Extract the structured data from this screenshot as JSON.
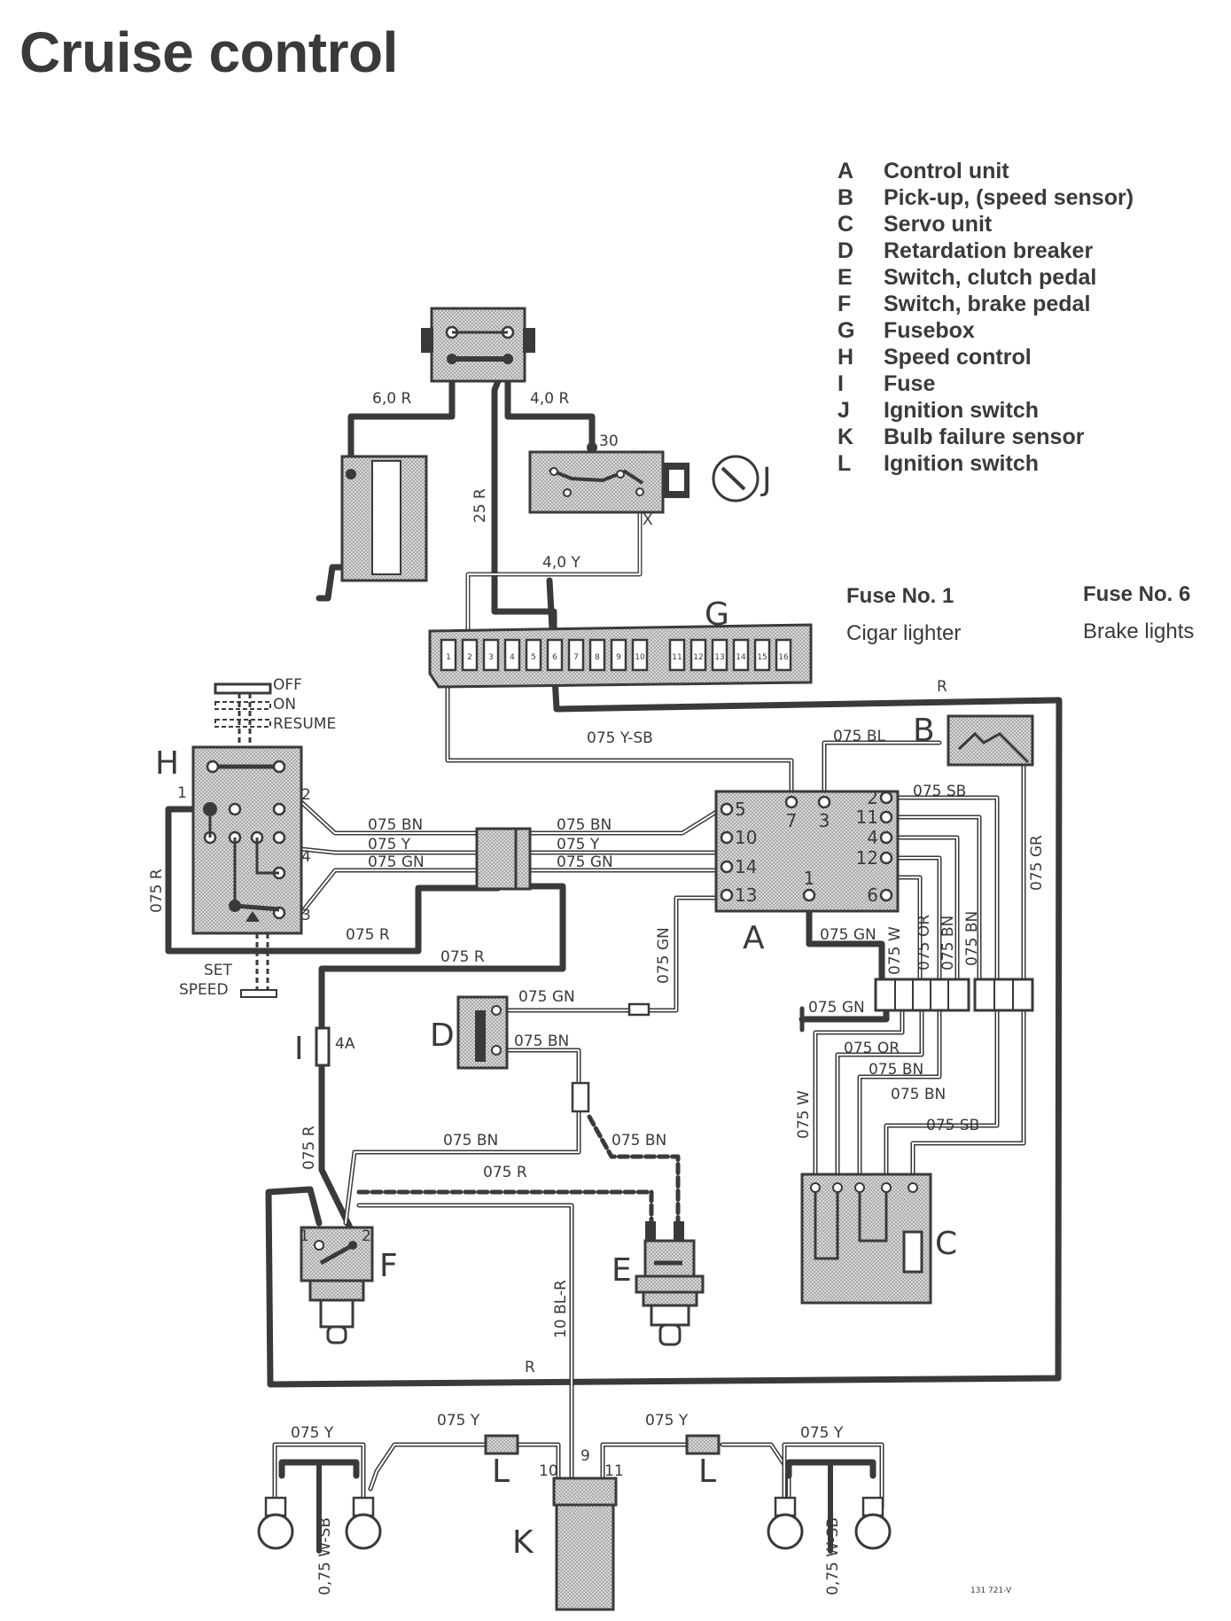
{
  "title": "Cruise control",
  "legend": [
    {
      "key": "A",
      "label": "Control unit"
    },
    {
      "key": "B",
      "label": "Pick-up, (speed sensor)"
    },
    {
      "key": "C",
      "label": "Servo unit"
    },
    {
      "key": "D",
      "label": "Retardation breaker"
    },
    {
      "key": "E",
      "label": "Switch, clutch pedal"
    },
    {
      "key": "F",
      "label": "Switch, brake pedal"
    },
    {
      "key": "G",
      "label": "Fusebox"
    },
    {
      "key": "H",
      "label": "Speed control"
    },
    {
      "key": "I",
      "label": "Fuse"
    },
    {
      "key": "J",
      "label": "Ignition switch"
    },
    {
      "key": "K",
      "label": "Bulb failure sensor"
    },
    {
      "key": "L",
      "label": "Ignition switch"
    }
  ],
  "fuses": [
    {
      "heading": "Fuse No. 1",
      "use": "Cigar lighter"
    },
    {
      "heading": "Fuse No. 6",
      "use": "Brake lights"
    }
  ],
  "components": {
    "A": "A",
    "B": "B",
    "C": "C",
    "D": "D",
    "E": "E",
    "F": "F",
    "G": "G",
    "H": "H",
    "I": "I",
    "J": "J",
    "K": "K",
    "L1": "L",
    "L2": "L"
  },
  "switch_positions": {
    "off": "OFF",
    "on": "ON",
    "resume": "RESUME",
    "set": "SET",
    "speed": "SPEED"
  },
  "wire_labels": {
    "w60R": "6,0 R",
    "w40R": "4,0 R",
    "w25R": "25 R",
    "w40Y": "4,0 Y",
    "t30": "30",
    "tX": "X",
    "w075YSB": "075 Y-SB",
    "w075BL": "075 BL",
    "wR_top": "R",
    "w075SB_a": "075 SB",
    "w075GR": "075 GR",
    "wBN_h": "075 BN",
    "wY_h": "075 Y",
    "wGN_h": "075 GN",
    "wBN_a": "075 BN",
    "wY_a": "075 Y",
    "wGN_a": "075 GN",
    "w075R_left": "075 R",
    "w075R_mid": "075 R",
    "w075R_2": "075 R",
    "w075GN_v": "075 GN",
    "w075GN_D": "075 GN",
    "w075BN_D": "075 BN",
    "w075GN_A": "075 GN",
    "w075W_v": "075 W",
    "w075OR_v": "075 OR",
    "w075BN_v1": "075 BN",
    "w075BN_v2": "075 BN",
    "w075GN_gnd": "075 GN",
    "w075OR_h": "075 OR",
    "w075BN_h1": "075 BN",
    "w075BN_h2": "075 BN",
    "w075SB_h": "075 SB",
    "w075W_c": "075 W",
    "w4A": "4A",
    "w075R_v": "075 R",
    "w075BN_F": "075 BN",
    "w075BN_E": "075 BN",
    "w075R_F": "075 R",
    "w10BLR": "10 BL-R",
    "wR_bottom": "R",
    "w075Y_1": "075 Y",
    "w075Y_2": "075 Y",
    "w075Y_3": "075 Y",
    "w075Y_4": "075 Y",
    "w075WSB_1": "0,75 W-SB",
    "w075WSB_2": "0,75 W-SB",
    "p10": "10",
    "p9": "9",
    "p11": "11",
    "hp1": "1",
    "hp2": "2",
    "hp3": "3",
    "hp4": "4",
    "fp1": "1",
    "fp2": "2"
  },
  "control_unit_pins": {
    "p5": "5",
    "p10": "10",
    "p14": "14",
    "p13": "13",
    "p7": "7",
    "p3": "3",
    "p1": "1",
    "p2": "2",
    "p11": "11",
    "p4": "4",
    "p12": "12",
    "p6": "6"
  },
  "fuse_numbers": [
    "1",
    "2",
    "3",
    "4",
    "5",
    "6",
    "7",
    "8",
    "9",
    "10",
    "11",
    "12",
    "13",
    "14",
    "15",
    "16"
  ],
  "footer_code": "131 721-V"
}
